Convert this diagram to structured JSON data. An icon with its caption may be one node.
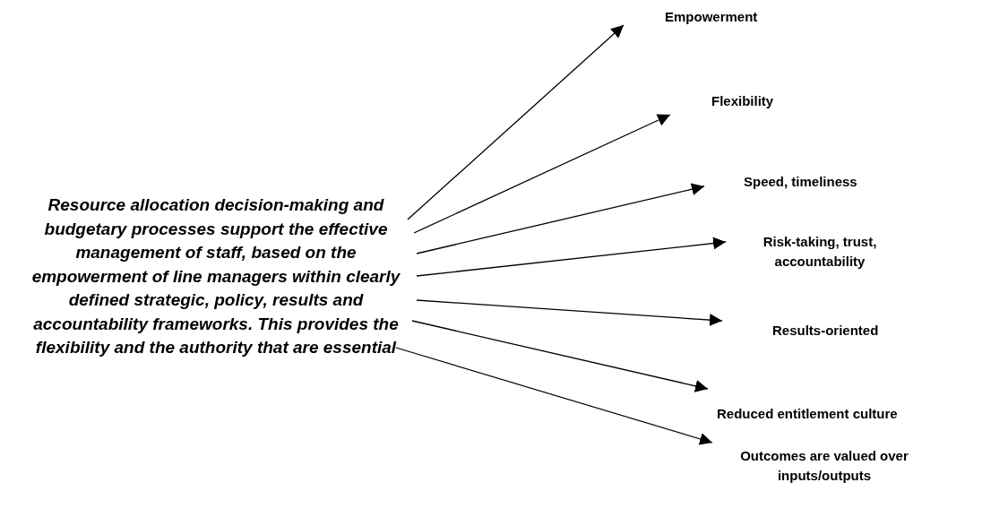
{
  "diagram": {
    "nodes": [
      {
        "text": [
          "Resource allocation decision-making and budgetary processes support the effective management of staff, based on the empowerment of line managers within clearly defined strategic, policy, results and accountability frameworks. This provides the flexibility and the authority that are essential"
        ]
      },
      {
        "text": [
          "Empowerment"
        ]
      },
      {
        "text": [
          "Flexibility"
        ]
      },
      {
        "text": [
          "Speed, timeliness"
        ]
      },
      {
        "text": [
          "Risk-taking, trust, accountability"
        ]
      },
      {
        "text": [
          "Results-oriented"
        ]
      },
      {
        "text": [
          "Reduced entitlement culture"
        ]
      },
      {
        "text": [
          "Outcomes are valued over inputs/outputs"
        ]
      }
    ],
    "edges": [
      {
        "from": 0,
        "to": 1,
        "arrow": "to"
      },
      {
        "from": 0,
        "to": 2,
        "arrow": "to"
      },
      {
        "from": 0,
        "to": 3,
        "arrow": "to"
      },
      {
        "from": 0,
        "to": 4,
        "arrow": "to"
      },
      {
        "from": 0,
        "to": 5,
        "arrow": "to"
      },
      {
        "from": 0,
        "to": 6,
        "arrow": "to"
      },
      {
        "from": 0,
        "to": 7,
        "arrow": "to"
      }
    ]
  }
}
